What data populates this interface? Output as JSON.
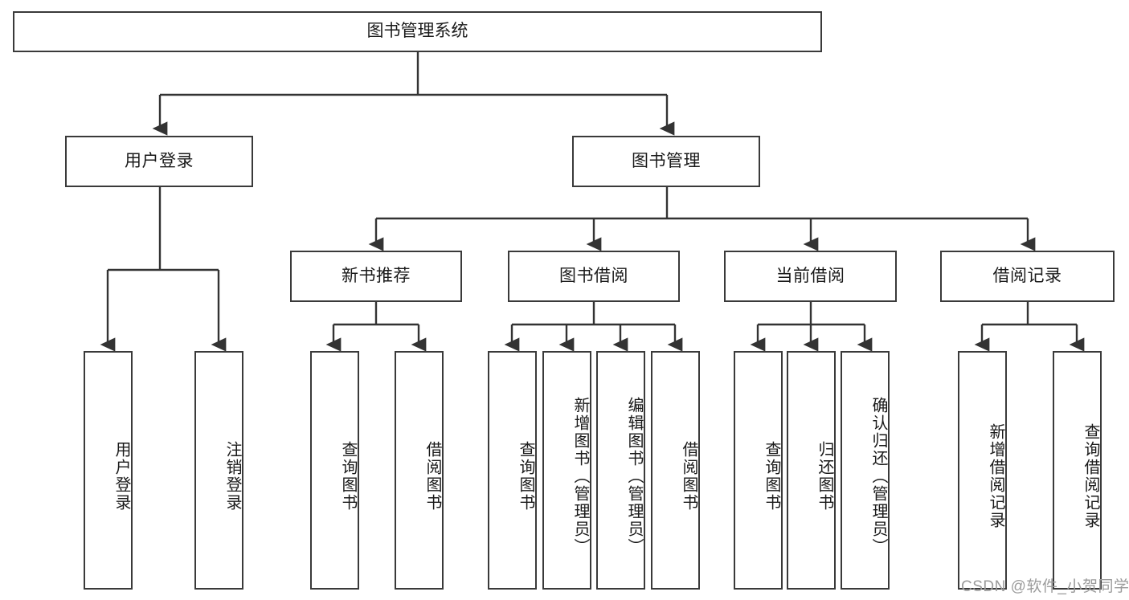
{
  "diagram": {
    "type": "tree-hierarchy-chart",
    "title": "图书管理系统",
    "orientation": "top-down",
    "colors": {
      "box_border": "#3a3a3a",
      "box_fill": "#ffffff",
      "connector": "#333333",
      "text": "#1a1a1a",
      "watermark": "#9b9b9b"
    },
    "levels": {
      "root": {
        "label": "图书管理系统"
      },
      "level1": [
        {
          "id": "user-login",
          "label": "用户登录"
        },
        {
          "id": "book-management",
          "label": "图书管理"
        }
      ],
      "level2": [
        {
          "id": "new-book-recommend",
          "label": "新书推荐",
          "parent": "book-management"
        },
        {
          "id": "book-borrow",
          "label": "图书借阅",
          "parent": "book-management"
        },
        {
          "id": "current-borrow",
          "label": "当前借阅",
          "parent": "book-management"
        },
        {
          "id": "borrow-record",
          "label": "借阅记录",
          "parent": "book-management"
        }
      ],
      "leaves": [
        {
          "id": "leaf-user-login",
          "label": "用户登录",
          "parent": "user-login"
        },
        {
          "id": "leaf-logout-login",
          "label": "注销登录",
          "parent": "user-login"
        },
        {
          "id": "leaf-query-book-1",
          "label": "查询图书",
          "parent": "new-book-recommend"
        },
        {
          "id": "leaf-borrow-book-1",
          "label": "借阅图书",
          "parent": "new-book-recommend"
        },
        {
          "id": "leaf-query-book-2",
          "label": "查询图书",
          "parent": "book-borrow"
        },
        {
          "id": "leaf-add-book",
          "label": "新增图书（管理员）",
          "parent": "book-borrow"
        },
        {
          "id": "leaf-edit-book",
          "label": "编辑图书（管理员）",
          "parent": "book-borrow"
        },
        {
          "id": "leaf-borrow-book-2",
          "label": "借阅图书",
          "parent": "book-borrow"
        },
        {
          "id": "leaf-query-book-3",
          "label": "查询图书",
          "parent": "current-borrow"
        },
        {
          "id": "leaf-return-book",
          "label": "归还图书",
          "parent": "current-borrow"
        },
        {
          "id": "leaf-confirm-return",
          "label": "确认归还（管理员）",
          "parent": "current-borrow"
        },
        {
          "id": "leaf-add-record",
          "label": "新增借阅记录",
          "parent": "borrow-record"
        },
        {
          "id": "leaf-query-record",
          "label": "查询借阅记录",
          "parent": "borrow-record"
        }
      ]
    }
  },
  "watermark": {
    "text": "CSDN @软件_小贺同学"
  }
}
